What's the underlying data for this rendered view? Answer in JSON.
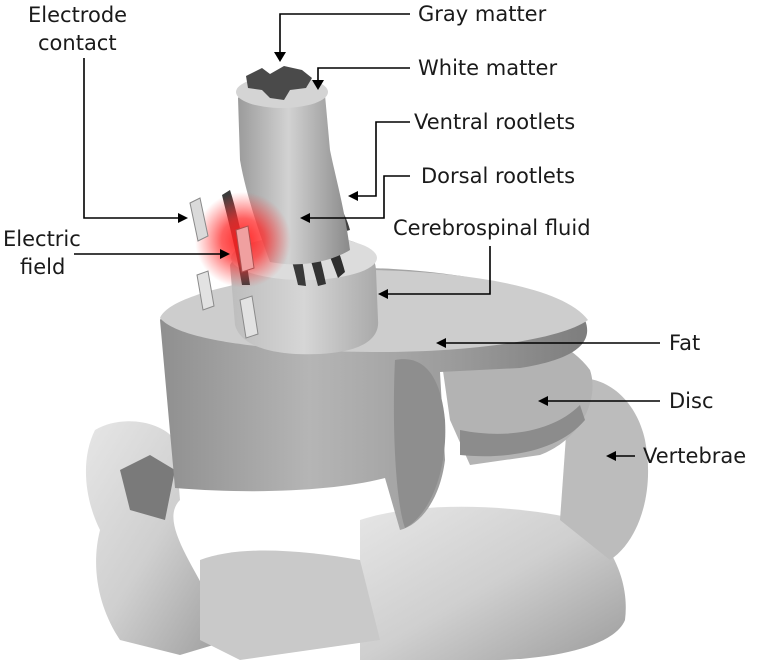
{
  "labels": {
    "gray_matter": "Gray matter",
    "white_matter": "White matter",
    "ventral_rootlets": "Ventral rootlets",
    "dorsal_rootlets": "Dorsal rootlets",
    "cerebrospinal_fluid": "Cerebrospinal fluid",
    "fat": "Fat",
    "disc": "Disc",
    "vertebrae": "Vertebrae",
    "electrode_contact_line1": "Electrode",
    "electrode_contact_line2": "contact",
    "electric_field_line1": "Electric",
    "electric_field_line2": "field"
  },
  "colors": {
    "tissue_light": "#d9d9d9",
    "tissue_mid": "#a8a8a8",
    "tissue_dark": "#5e5e5e",
    "rootlets": "#3a3a3a",
    "electric_field": "#ff2020",
    "leader_lines": "#000000"
  }
}
